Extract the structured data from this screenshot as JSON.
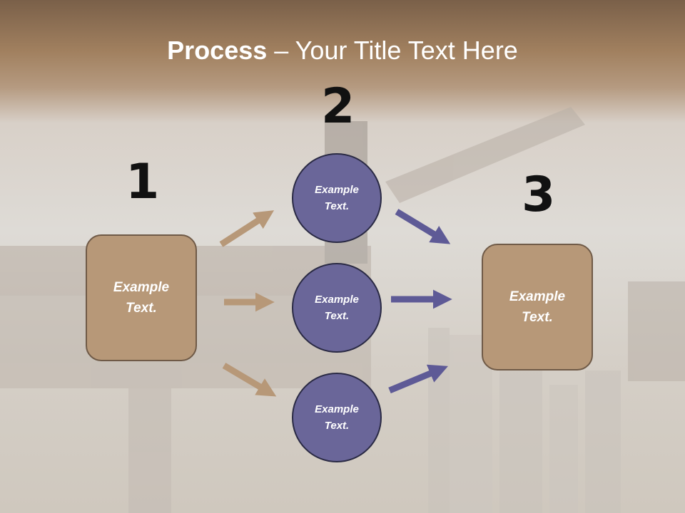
{
  "title": {
    "bold": "Process",
    "rest": " – Your Title Text Here"
  },
  "steps": [
    {
      "number": "1",
      "text": "Example\nText."
    },
    {
      "number": "2",
      "circles": [
        "Example\nText.",
        "Example\nText.",
        "Example\nText."
      ]
    },
    {
      "number": "3",
      "text": "Example\nText."
    }
  ],
  "colors": {
    "box_fill": "#b79878",
    "circle_fill": "#6a6699",
    "tan_arrow": "#b79878",
    "purple_arrow": "#5e5a96"
  }
}
